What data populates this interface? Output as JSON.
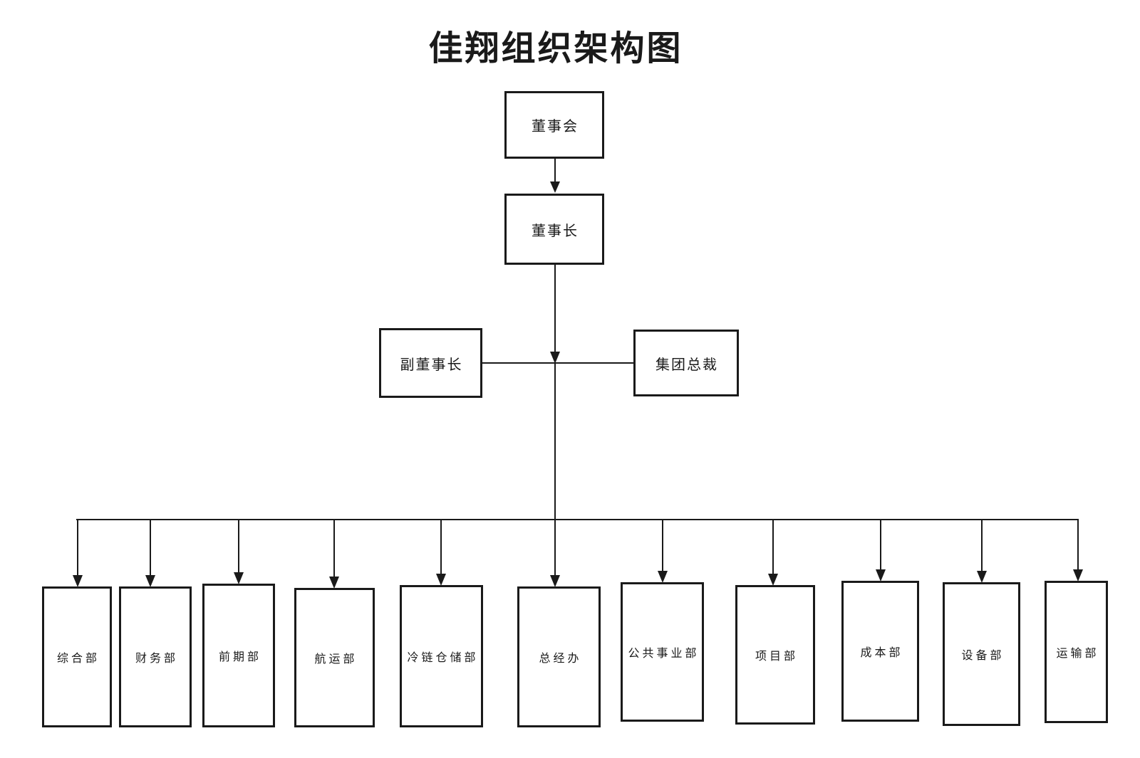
{
  "title": "佳翔组织架构图",
  "nodes": {
    "board": {
      "label": "董事会"
    },
    "chairman": {
      "label": "董事长"
    },
    "vice_chairman": {
      "label": "副董事长"
    },
    "group_president": {
      "label": "集团总裁"
    }
  },
  "departments": [
    {
      "label": "综合部"
    },
    {
      "label": "财务部"
    },
    {
      "label": "前期部"
    },
    {
      "label": "航运部"
    },
    {
      "label": "冷链仓储部"
    },
    {
      "label": "总经办"
    },
    {
      "label": "公共事业部"
    },
    {
      "label": "项目部"
    },
    {
      "label": "成本部"
    },
    {
      "label": "设备部"
    },
    {
      "label": "运输部"
    }
  ],
  "colors": {
    "line": "#1a1a1a",
    "text": "#1a1a1a",
    "box_background": "#ffffff",
    "page_background": "#ffffff"
  }
}
